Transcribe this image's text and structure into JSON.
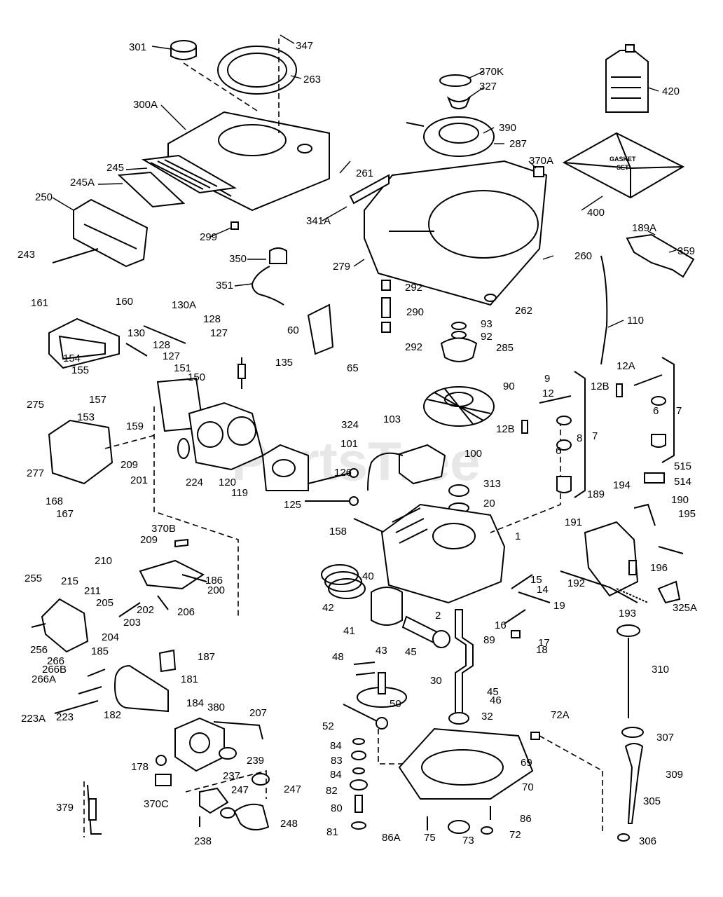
{
  "diagram": {
    "watermark": "PartsTree",
    "gasket_text_1": "GASKET",
    "gasket_text_2": "SET",
    "part_labels": [
      "301",
      "347",
      "263",
      "300A",
      "245",
      "245A",
      "250",
      "243",
      "299",
      "350",
      "351",
      "261",
      "341A",
      "279",
      "370K",
      "327",
      "390",
      "287",
      "370A",
      "260",
      "420",
      "400",
      "189A",
      "359",
      "110",
      "161",
      "160",
      "130A",
      "128",
      "127",
      "130",
      "128",
      "127",
      "151",
      "150",
      "154",
      "155",
      "157",
      "153",
      "159",
      "275",
      "277",
      "168",
      "167",
      "209",
      "201",
      "224",
      "120",
      "119",
      "135",
      "60",
      "65",
      "292",
      "290",
      "292",
      "93",
      "92",
      "285",
      "262",
      "90",
      "324",
      "103",
      "101",
      "100",
      "126",
      "125",
      "158",
      "313",
      "20",
      "1",
      "9",
      "12",
      "12B",
      "8",
      "6",
      "7",
      "12A",
      "12B",
      "6",
      "7",
      "515",
      "514",
      "189",
      "194",
      "190",
      "191",
      "195",
      "196",
      "192",
      "193",
      "325A",
      "370B",
      "209",
      "210",
      "211",
      "215",
      "186",
      "205",
      "200",
      "202",
      "206",
      "203",
      "204",
      "255",
      "256",
      "40",
      "42",
      "41",
      "43",
      "45",
      "15",
      "14",
      "19",
      "2",
      "16",
      "89",
      "17",
      "18",
      "30",
      "48",
      "45",
      "46",
      "185",
      "187",
      "266B",
      "266",
      "266A",
      "181",
      "223",
      "223A",
      "182",
      "184",
      "380",
      "207",
      "178",
      "239",
      "50",
      "52",
      "32",
      "72A",
      "69",
      "84",
      "83",
      "84",
      "82",
      "80",
      "81",
      "70",
      "86",
      "86A",
      "75",
      "73",
      "72",
      "370C",
      "237",
      "247",
      "247",
      "248",
      "238",
      "379",
      "310",
      "307",
      "309",
      "305",
      "306"
    ]
  }
}
